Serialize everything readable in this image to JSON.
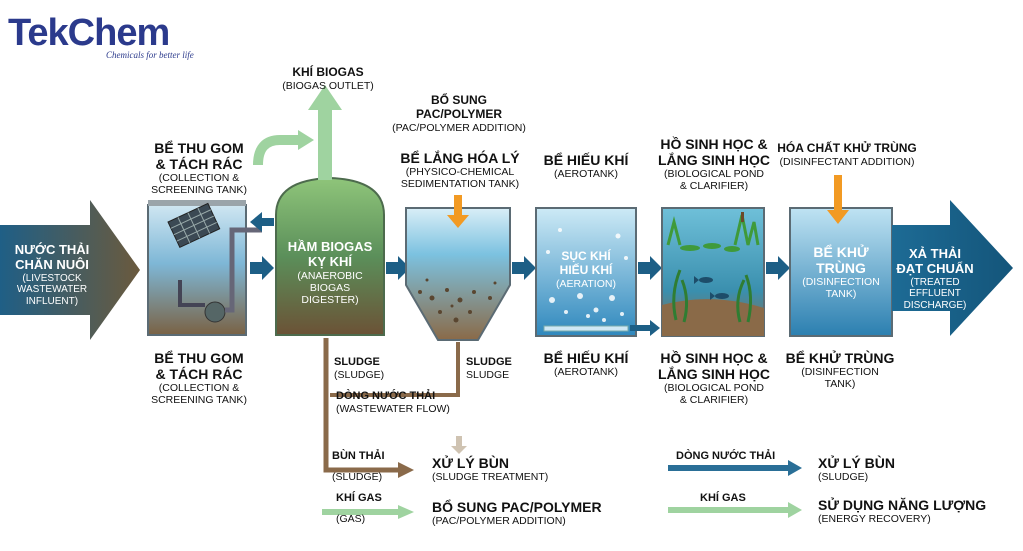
{
  "logo": {
    "brand": "TekChem",
    "tagline": "Chemicals for better life"
  },
  "influent": {
    "vi": "NƯỚC THẢI\nCHĂN NUÔI",
    "en": "(LIVESTOCK\nWASTEWATER\nINFLUENT)"
  },
  "discharge": {
    "vi": "XẢ THẢI\nĐẠT CHUẨN",
    "en": "(TREATED\nEFFLUENT\nDISCHARGE)"
  },
  "biogas_outlet": {
    "vi": "KHÍ BIOGAS",
    "en": "(BIOGAS OUTLET)"
  },
  "pac_addition": {
    "vi": "BỔ SUNG\nPAC/POLYMER",
    "en": "(PAC/POLYMER ADDITION)"
  },
  "disinfectant": {
    "vi": "HÓA CHẤT KHỬ TRÙNG",
    "en": "(DISINFECTANT ADDITION)"
  },
  "top_labels": {
    "collection": {
      "vi": "BỂ THU GOM\n& TÁCH RÁC",
      "en": "(COLLECTION &\nSCREENING TANK)"
    },
    "sedimentation": {
      "vi": "BỂ LẮNG HÓA LÝ",
      "en": "(PHYSICO-CHEMICAL\nSEDIMENTATION TANK)"
    },
    "aerotank": {
      "vi": "BỂ HIẾU KHÍ",
      "en": "(AEROTANK)"
    },
    "bio_pond": {
      "vi": "HỒ SINH HỌC &\nLẮNG SINH HỌC",
      "en": "(BIOLOGICAL POND\n& CLARIFIER)"
    }
  },
  "digester": {
    "vi": "HẦM BIOGAS\nKỴ KHÍ",
    "en": "(ANAEROBIC\nBIOGAS\nDIGESTER)"
  },
  "aeration": {
    "vi": "SỤC KHÍ\nHIẾU KHÍ",
    "en": "(AERATION)"
  },
  "disinfection_in": {
    "vi": "BỂ KHỬ\nTRÙNG",
    "en": "(DISINFECTION\nTANK)"
  },
  "bottom_labels": {
    "collection": {
      "vi": "BỂ THU GOM\n& TÁCH RÁC",
      "en": "(COLLECTION &\nSCREENING TANK)"
    },
    "aerotank": {
      "vi": "BỂ HIẾU KHÍ",
      "en": "(AEROTANK)"
    },
    "bio_pond": {
      "vi": "HỒ SINH HỌC &\nLẮNG SINH HỌC",
      "en": "(BIOLOGICAL POND\n& CLARIFIER)"
    },
    "disinfection": {
      "vi": "BỂ KHỬ TRÙNG",
      "en": "(DISINFECTION\nTANK)"
    }
  },
  "sludge_lines": {
    "digester_sludge": {
      "vi": "SLUDGE",
      "en": "(SLUDGE)"
    },
    "sed_sludge": {
      "vi": "SLUDGE",
      "en": "SLUDGE"
    },
    "wastewater_flow": {
      "vi": "DÒNG NƯỚC THẢI",
      "en": "(WASTEWATER FLOW)"
    }
  },
  "legend": {
    "sludge_waste": {
      "vi": "BÙN THẢI",
      "en": "(SLUDGE)"
    },
    "gas": {
      "vi": "KHÍ GAS",
      "en": "(GAS)"
    },
    "sludge_treatment": {
      "vi": "XỬ LÝ BÙN",
      "en": "(SLUDGE TREATMENT)"
    },
    "pac_polymer": {
      "vi": "BỔ SUNG PAC/POLYMER",
      "en": "(PAC/POLYMER ADDITION)"
    },
    "water_flow": {
      "vi": "DÒNG NƯỚC THẢI"
    },
    "gas2": {
      "vi": "KHÍ GAS"
    },
    "sludge_out": {
      "vi": "XỬ LÝ BÙN",
      "en": "(SLUDGE)"
    },
    "energy": {
      "vi": "SỬ DỤNG NĂNG LƯỢNG",
      "en": "(ENERGY RECOVERY)"
    }
  },
  "colors": {
    "water_arrow": "#1d5f86",
    "sludge_brown": "#8a6a4a",
    "gas_green": "#9fd3a0",
    "chem_orange": "#f29a23",
    "brand_blue": "#2b3a8c"
  }
}
